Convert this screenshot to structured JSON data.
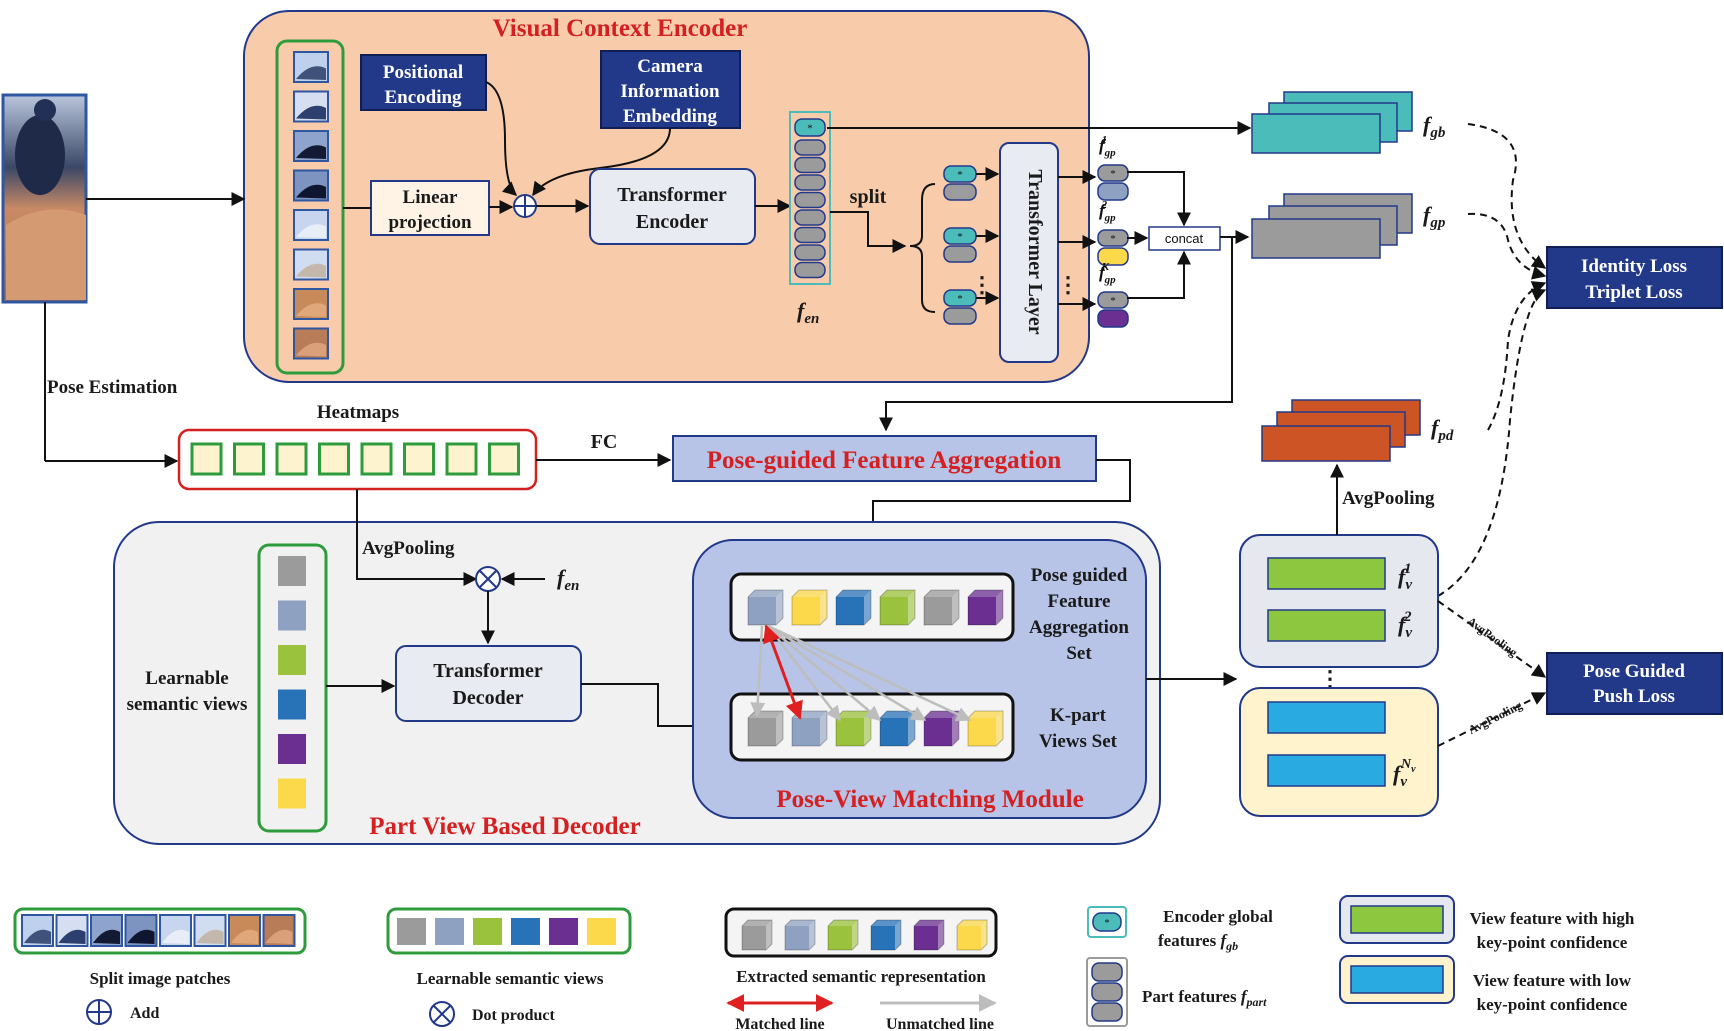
{
  "colors": {
    "encoder_bg": "#f8ccab",
    "decoder_bg": "#f1f1f1",
    "matching_bg": "#b7c4e8",
    "navy": "#22398a",
    "teal": "#4bbcba",
    "gray": "#9b9b9b",
    "slate": "#8fa1c1",
    "green": "#9bc23c",
    "blue": "#2872b8",
    "purple": "#6a2f91",
    "yellow": "#fcd94a",
    "orange_feat": "#cd5424",
    "red_title": "#d42020",
    "view_high_bg": "#e6e8ef",
    "view_low_bg": "#fef3cd",
    "view_high": "#8dc63f",
    "view_low": "#29abe2"
  },
  "encoder": {
    "title": "Visual Context Encoder",
    "positional_encoding": [
      "Positional",
      "Encoding"
    ],
    "camera_embedding": [
      "Camera",
      "Information",
      "Embedding"
    ],
    "linear_projection": [
      "Linear",
      "projection"
    ],
    "transformer_encoder": [
      "Transformer",
      "Encoder"
    ],
    "f_en": "f",
    "f_en_sub": "en",
    "split": "split",
    "transformer_layer": "Transformer Layer",
    "concat": "concat",
    "fgp_labels": [
      "1",
      "2",
      "K"
    ],
    "patch_count": 8
  },
  "outputs": {
    "f_gb": "f",
    "f_gb_sub": "gb",
    "f_gp": "f",
    "f_gp_sub": "gp",
    "f_pd": "f",
    "f_pd_sub": "pd",
    "avgpooling": "AvgPooling",
    "identity_loss": [
      "Identity Loss",
      "Triplet Loss"
    ],
    "push_loss": [
      "Pose Guided",
      "Push Loss"
    ],
    "avgpooling_diag": "AvgPooling"
  },
  "pose": {
    "pose_estimation": "Pose Estimation",
    "heatmaps": "Heatmaps",
    "fc": "FC",
    "aggregation": "Pose-guided Feature Aggregation",
    "heatmap_count": 8
  },
  "decoder": {
    "title": "Part View Based Decoder",
    "avgpooling": "AvgPooling",
    "f_en": "f",
    "f_en_sub": "en",
    "learnable": [
      "Learnable",
      "semantic views"
    ],
    "transformer_decoder": [
      "Transformer",
      "Decoder"
    ],
    "matching_title": "Pose-View Matching Module",
    "pose_set": [
      "Pose guided",
      "Feature",
      "Aggregation",
      "Set"
    ],
    "kpart_set": [
      "K-part",
      "Views Set"
    ]
  },
  "views": {
    "f_v": "f",
    "f_v_sub": "v",
    "sup_1": "1",
    "sup_2": "2",
    "sup_n": "N",
    "sup_n_sub": "v"
  },
  "legend": {
    "split_patches": "Split image patches",
    "add": "Add",
    "learnable_views": "Learnable semantic views",
    "dot_product": "Dot product",
    "extracted": "Extracted semantic representation",
    "matched": "Matched line",
    "unmatched": "Unmatched line",
    "encoder_global": [
      "Encoder global",
      "features "
    ],
    "encoder_global_f": "f",
    "encoder_global_sub": "gb",
    "part_features": "Part features ",
    "part_features_f": "f",
    "part_features_sub": "part",
    "view_high": [
      "View feature with high",
      "key-point confidence"
    ],
    "view_low": [
      "View feature with low",
      "key-point confidence"
    ]
  }
}
